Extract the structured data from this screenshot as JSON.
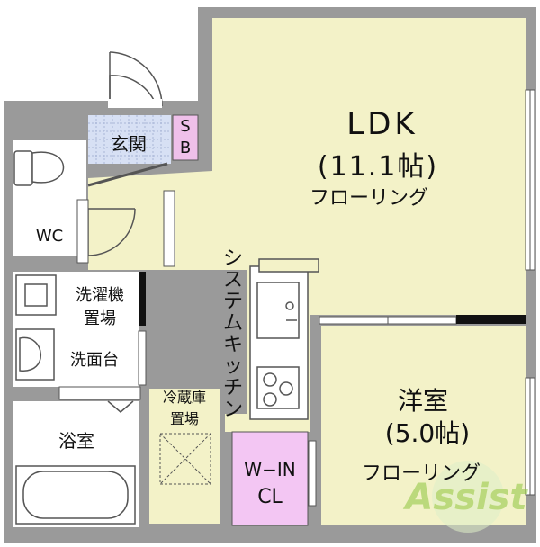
{
  "rooms": {
    "ldk": {
      "name": "LDK",
      "size": "(11.1帖)",
      "floor": "フローリング"
    },
    "western": {
      "name": "洋室",
      "size": "(5.0帖)",
      "floor": "フローリング"
    },
    "entrance": {
      "name": "玄関"
    },
    "shoe_box": {
      "line1": "S",
      "line2": "B"
    },
    "wc": {
      "name": "WC"
    },
    "laundry": {
      "line1": "洗濯機",
      "line2": "置場"
    },
    "washstand": {
      "name": "洗面台"
    },
    "bath": {
      "name": "浴室"
    },
    "kitchen": {
      "name": "システムキッチン"
    },
    "fridge": {
      "line1": "冷蔵庫",
      "line2": "置場"
    },
    "closet": {
      "line1": "W−IN",
      "line2": "CL"
    }
  },
  "watermark": {
    "text": "Assist"
  },
  "colors": {
    "wall": "#9a9a9a",
    "floor": "#f3f2c8",
    "entrance_tile": "#d7e0f4",
    "shoe_box": "#efc0ea",
    "closet": "#f3c6f3",
    "wet_area": "#ffffff",
    "watermark": "#8ec63f"
  }
}
